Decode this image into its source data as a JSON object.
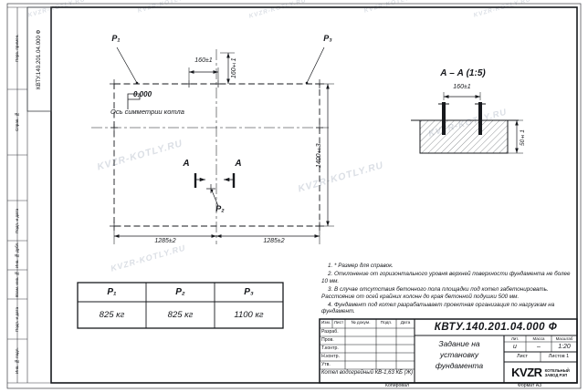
{
  "watermark": {
    "text": "KVZR-KOTLY.RU"
  },
  "margins": {
    "doc_number_rotated": "КВТУ.140.201.04.000 Ф",
    "stamps": [
      "Перв. примен.",
      "Справ. №",
      "Подп. и дата",
      "Инв. № дубл.",
      "Взам. инв. №",
      "Подп. и дата",
      "Инв. № подл."
    ]
  },
  "plan": {
    "point_labels": {
      "p1": "P₁",
      "p2": "P₂",
      "p3": "P₃"
    },
    "elevation": "0.000",
    "axis_label": "Ось симметрии котла",
    "section_letter": "А",
    "dims": {
      "bolt_spacing_h": "160±1",
      "bolt_spacing_v": "160±1",
      "depth": "1400±3",
      "span_left": "1285±2",
      "span_right": "1285±2"
    }
  },
  "section_view": {
    "title": "А – А (1:5)",
    "dims": {
      "bolt_spacing": "160±1",
      "embed": "50±1"
    }
  },
  "notes": [
    "1. * Размер для справок.",
    "2. Отклонение от горизонтального уровня верхней поверхности фундамента не более 10 мм.",
    "3. В случае отсутствия бетонного пола площадки под котел забетонировать. Расстояние от осей крайних колонн до края бетонной подушки 500 мм.",
    "4. Фундамент под котел разрабатывает проектная организация по нагрузкам на фундамент."
  ],
  "load_table": {
    "headers": [
      "P₁",
      "P₂",
      "P₃"
    ],
    "values": [
      "825 кг",
      "825 кг",
      "1100 кг"
    ]
  },
  "title_block": {
    "doc_number": "КВТУ.140.201.04.000 Ф",
    "title_lines": [
      "Задание на",
      "установку",
      "фундамента"
    ],
    "product": "Котел водогрейный КВ-1,63 КБ (Ж)",
    "sign_header": [
      "Изм.",
      "Лист",
      "№ докум.",
      "Подп.",
      "Дата"
    ],
    "sign_rows": [
      "Разраб.",
      "Пров.",
      "Т.контр.",
      "Н.контр.",
      "Утв."
    ],
    "lit_header": [
      "Лит.",
      "Масса",
      "Масштаб"
    ],
    "lit_values": [
      "и",
      "–",
      "1:20"
    ],
    "sheet_cells": [
      "Лист",
      "Листов 1"
    ],
    "logo_text": "KVZR",
    "logo_caption": [
      "КОТЕЛЬНЫЙ",
      "ЗАВОД РЭП"
    ],
    "copied_label": "Копировал",
    "format_label": "Формат А3"
  }
}
